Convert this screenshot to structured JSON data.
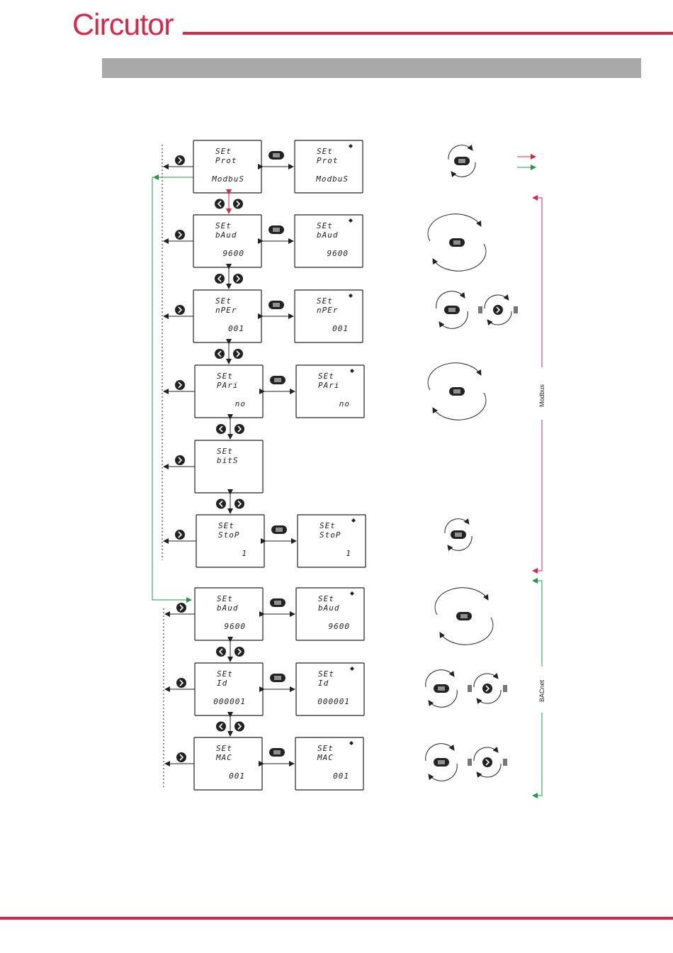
{
  "header": {
    "brand": "Circutor",
    "band_text": "",
    "colors": {
      "brand": "#d42a4b",
      "band": "#a9a9a9",
      "modbus": "#d42a4b",
      "bacnet": "#1f9a4a"
    }
  },
  "side_labels": {
    "modbus": "Modbus",
    "bacnet": "BACnet"
  },
  "icons": {
    "menu_button": "menu-button-icon",
    "next_button": "next-button-icon",
    "prev_button": "prev-button-icon",
    "edit_mark": "edit-indicator-icon"
  },
  "screens": [
    {
      "id": "prot",
      "l1": "SEt",
      "l2": "Prot",
      "value": "ModbuS",
      "editable": true,
      "edit_value": "ModbuS",
      "group": "common"
    },
    {
      "id": "baud",
      "l1": "SEt",
      "l2": "bAud",
      "value": "9600",
      "editable": true,
      "edit_value": "9600",
      "group": "modbus"
    },
    {
      "id": "nper",
      "l1": "SEt",
      "l2": "nPEr",
      "value": "001",
      "editable": true,
      "edit_value": "001",
      "group": "modbus"
    },
    {
      "id": "pari",
      "l1": "SEt",
      "l2": "PAri",
      "value": "no",
      "editable": true,
      "edit_value": "no",
      "group": "modbus"
    },
    {
      "id": "bits",
      "l1": "SEt",
      "l2": "bitS",
      "value": "",
      "editable": false,
      "edit_value": "",
      "group": "modbus"
    },
    {
      "id": "stop",
      "l1": "SEt",
      "l2": "StoP",
      "value": "1",
      "editable": true,
      "edit_value": "1",
      "group": "modbus"
    },
    {
      "id": "baud2",
      "l1": "SEt",
      "l2": "bAud",
      "value": "9600",
      "editable": true,
      "edit_value": "9600",
      "group": "bacnet"
    },
    {
      "id": "id",
      "l1": "SEt",
      "l2": "Id",
      "value": "000001",
      "editable": true,
      "edit_value": "000001",
      "group": "bacnet"
    },
    {
      "id": "mac",
      "l1": "SEt",
      "l2": "MAC",
      "value": "001",
      "editable": true,
      "edit_value": "001",
      "group": "bacnet"
    }
  ]
}
